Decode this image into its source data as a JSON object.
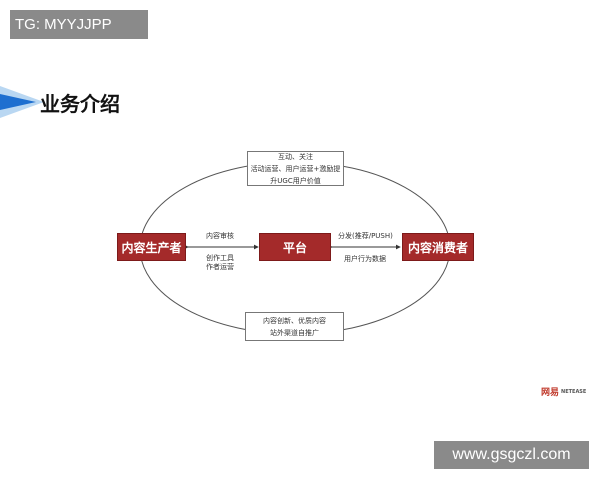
{
  "tag_banner": "TG: MYYJJPP",
  "section_title": "业务介绍",
  "nodes": {
    "producer": "内容生产者",
    "platform": "平台",
    "consumer": "内容消费者"
  },
  "top_note": [
    "互动、关注",
    "活动运营、用户运营+激励提",
    "升UGC用户价值"
  ],
  "bottom_note": [
    "内容创新、优质内容",
    "站外渠道自推广"
  ],
  "left_edge_labels": [
    "内容审核",
    "创作工具",
    "作者运营"
  ],
  "right_edge_labels": [
    "分发(推荐/PUSH)",
    "用户行为数据"
  ],
  "logo": {
    "mark": "网易",
    "text": "NETEASE"
  },
  "url_banner": "www.gsgczl.com",
  "colors": {
    "node_fill": "#a42a2a",
    "banner_gray": "#8a8a8a",
    "accent_blue": "#1e6fd0"
  }
}
